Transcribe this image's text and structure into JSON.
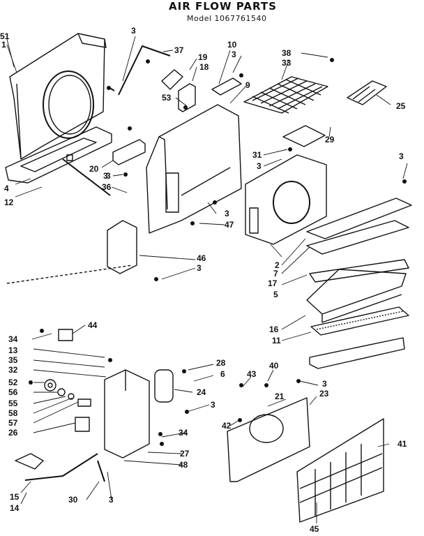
{
  "title": "AIR FLOW PARTS",
  "model_prefix": "Model",
  "model_number": "1067761540",
  "callouts": [
    "51",
    "1",
    "3",
    "37",
    "19",
    "18",
    "10",
    "3",
    "38",
    "33",
    "9",
    "53",
    "25",
    "29",
    "31",
    "3",
    "3",
    "3",
    "20",
    "3",
    "36",
    "4",
    "12",
    "3",
    "47",
    "46",
    "3",
    "2",
    "7",
    "17",
    "5",
    "16",
    "11",
    "34",
    "44",
    "13",
    "35",
    "32",
    "28",
    "6",
    "52",
    "56",
    "55",
    "58",
    "57",
    "26",
    "24",
    "3",
    "43",
    "40",
    "3",
    "21",
    "23",
    "34",
    "42",
    "41",
    "27",
    "48",
    "15",
    "14",
    "30",
    "3",
    "45"
  ]
}
